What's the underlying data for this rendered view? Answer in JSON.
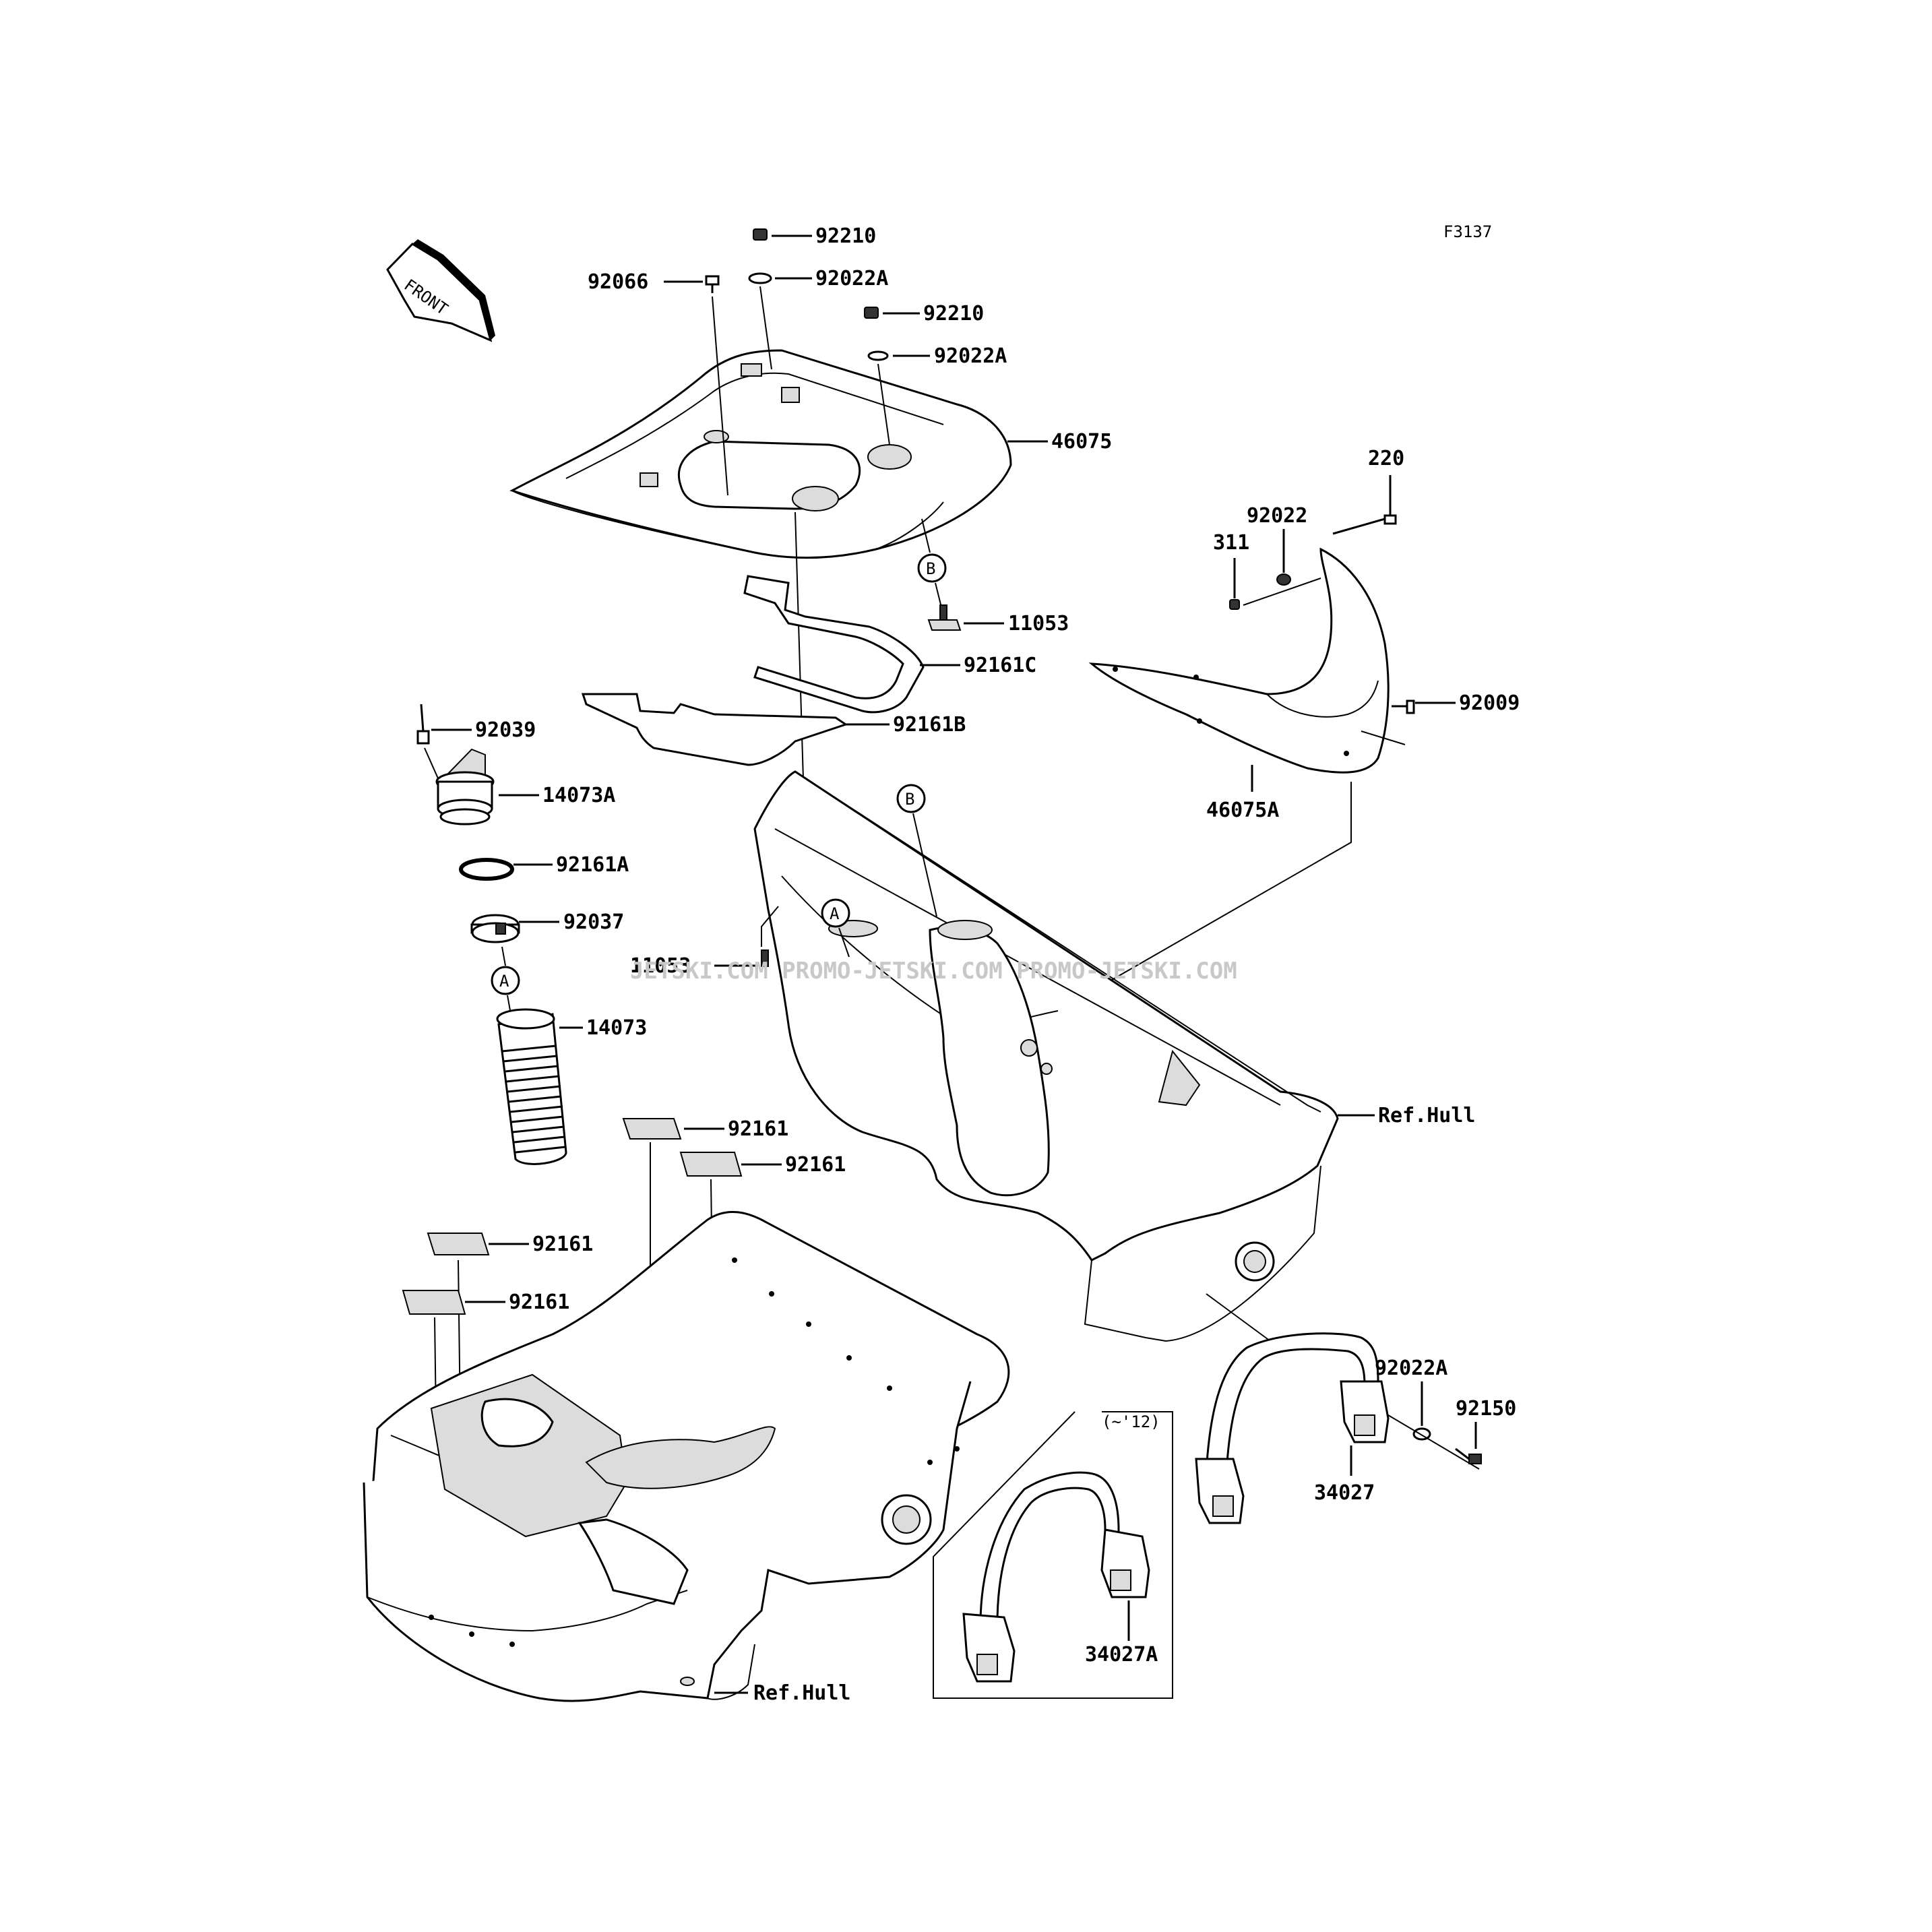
{
  "figure_code": "F3137",
  "front_arrow_label": "FRONT",
  "watermark": "JETSKI.COM  PROMO-JETSKI.COM  PROMO-JETSKI.COM",
  "callouts": {
    "A": "A",
    "B": "B"
  },
  "inset_label": "(~'12)",
  "parts": {
    "p92210_top": "92210",
    "p92022A_top": "92022A",
    "p92066": "92066",
    "p92210_mid": "92210",
    "p92022A_mid": "92022A",
    "p46075": "46075",
    "p220": "220",
    "p92022": "92022",
    "p311": "311",
    "p11053_top": "11053",
    "p92161C": "92161C",
    "p92161B": "92161B",
    "p92009": "92009",
    "p46075A": "46075A",
    "p92039": "92039",
    "p14073A": "14073A",
    "p92161A": "92161A",
    "p92037": "92037",
    "p11053_mid": "11053",
    "p14073": "14073",
    "ref_hull_upper": "Ref.Hull",
    "p92161_a": "92161",
    "p92161_b": "92161",
    "p92161_c": "92161",
    "p92161_d": "92161",
    "p92022A_right": "92022A",
    "p92150": "92150",
    "p34027": "34027",
    "p34027A": "34027A",
    "ref_hull_lower": "Ref.Hull"
  }
}
